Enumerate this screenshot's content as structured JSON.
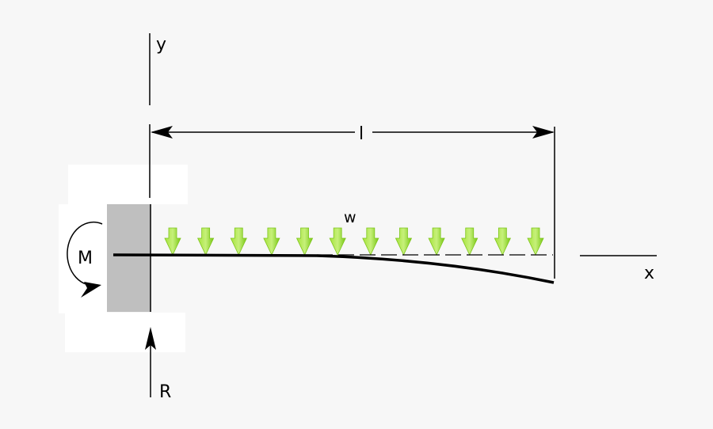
{
  "labels": {
    "y_axis": "y",
    "x_axis": "x",
    "length": "l",
    "load": "w",
    "moment": "M",
    "reaction": "R"
  },
  "colors": {
    "background": "#f7f7f7",
    "wall": "#bfbfbf",
    "load_arrow": "#8ad61c",
    "line": "#000000"
  },
  "load_arrow_count": 12
}
